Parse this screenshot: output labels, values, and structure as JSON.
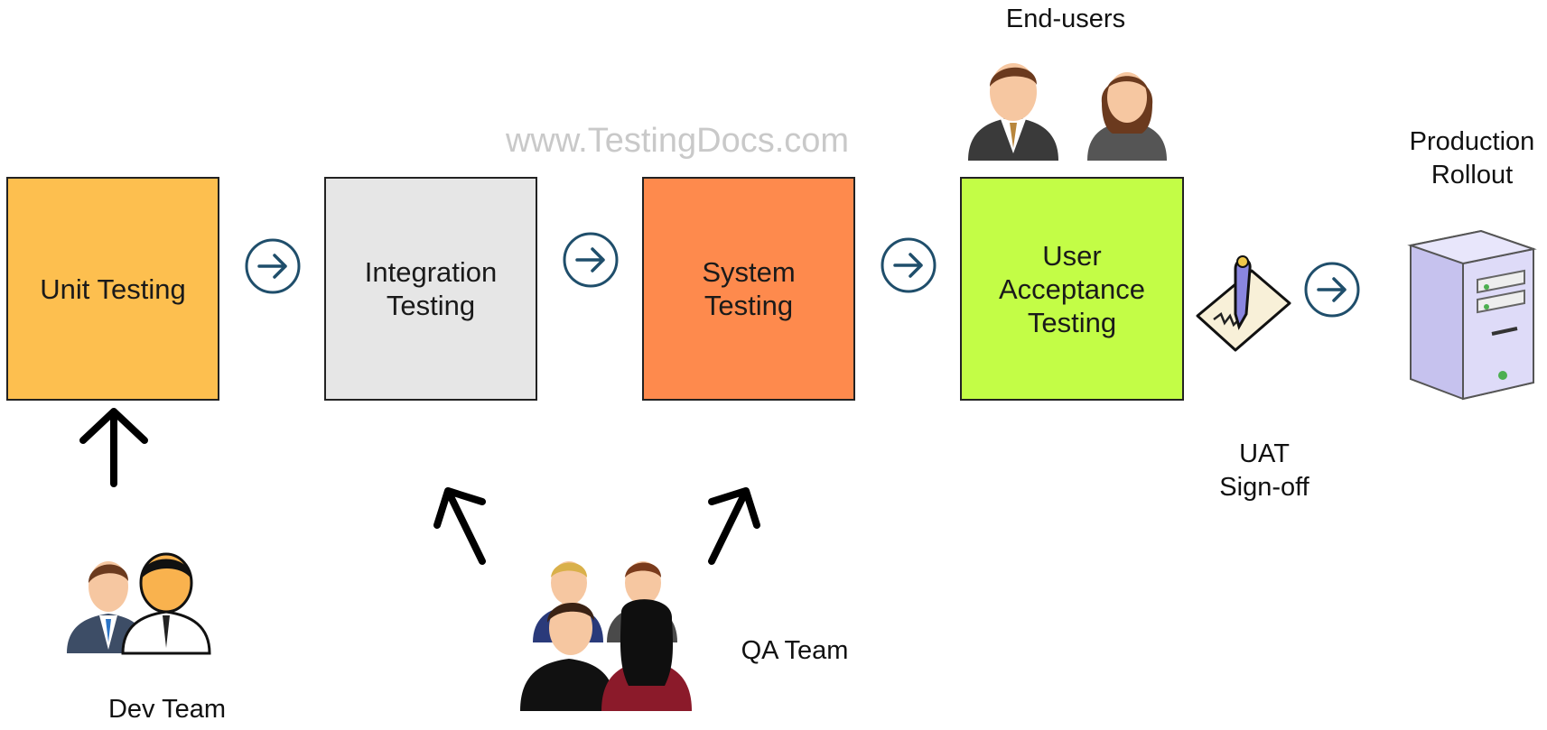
{
  "watermark": "www.TestingDocs.com",
  "stages": [
    {
      "label": "Unit Testing",
      "color": "#fdbf4f"
    },
    {
      "label": "Integration\nTesting",
      "color": "#e6e6e6"
    },
    {
      "label": "System\nTesting",
      "color": "#fe8a4d"
    },
    {
      "label": "User\nAcceptance\nTesting",
      "color": "#c3fd46"
    }
  ],
  "labels": {
    "end_users": "End-users",
    "production": "Production\nRollout",
    "uat_signoff": "UAT\nSign-off",
    "qa_team": "QA Team",
    "dev_team": "Dev Team"
  },
  "icons": {
    "flow_arrow": "circle-arrow-right-icon",
    "team_arrow": "arrow-up-icon",
    "people": "people-icon",
    "signoff": "signed-document-icon",
    "server": "server-icon"
  },
  "colors": {
    "arrow_circle": "#1f4e6b",
    "arrow_black": "#000000"
  }
}
